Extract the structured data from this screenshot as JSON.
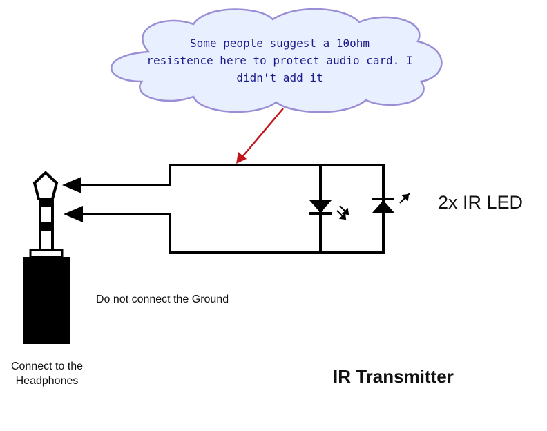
{
  "cloud_note": {
    "line1": "Some people suggest a 10ohm",
    "line2": "resistence here to protect audio card. I",
    "line3": "didn't add it"
  },
  "labels": {
    "led_label": "2x IR LED",
    "ground_note": "Do not connect the Ground",
    "jack_line1": "Connect to the",
    "jack_line2": "Headphones",
    "title": "IR Transmitter"
  },
  "colors": {
    "cloud_fill": "#e8f0ff",
    "cloud_stroke": "#9a8fd6",
    "cloud_text": "#1a1a8c",
    "pointer_arrow": "#c0141a",
    "wire": "#000000"
  },
  "icons": [
    "cloud-callout",
    "audio-jack-icon",
    "led-symbol-icon",
    "emission-arrows-icon"
  ]
}
